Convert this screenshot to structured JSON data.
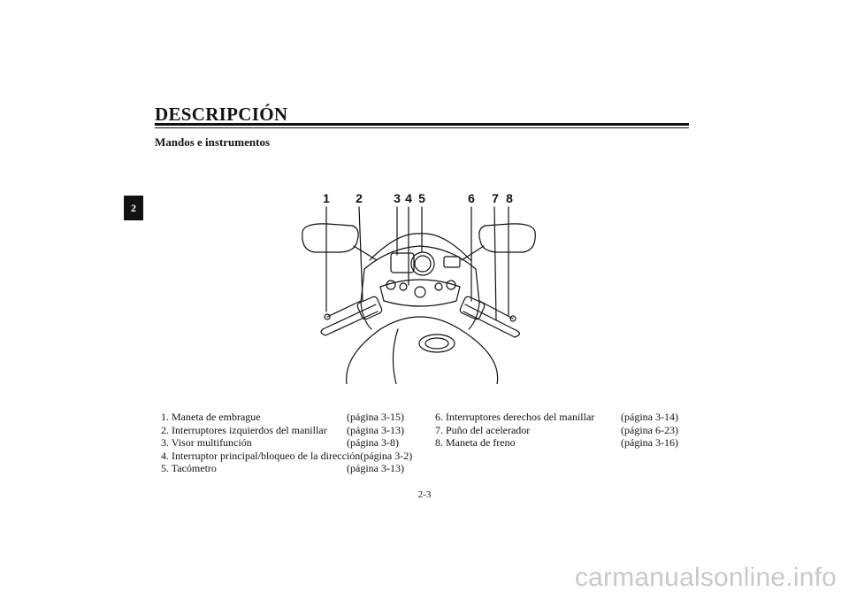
{
  "header": {
    "title": "DESCRIPCIÓN",
    "subtitle": "Mandos e instrumentos"
  },
  "chapter_tab": "2",
  "figure": {
    "callouts": [
      "1",
      "2",
      "3",
      "4",
      "5",
      "6",
      "7",
      "8"
    ]
  },
  "legend": {
    "left": [
      {
        "label": "1. Maneta de embrague",
        "ref": "(página 3-15)"
      },
      {
        "label": "2. Interruptores izquierdos del manillar",
        "ref": "(página 3-13)"
      },
      {
        "label": "3. Visor multifunción",
        "ref": "(página 3-8)"
      },
      {
        "label": "4. Interruptor principal/bloqueo de la dirección",
        "ref": "(página 3-2)"
      },
      {
        "label": "5. Tacómetro",
        "ref": "(página 3-13)"
      }
    ],
    "right": [
      {
        "label": "6. Interruptores derechos del manillar",
        "ref": "(página 3-14)"
      },
      {
        "label": "7. Puño del acelerador",
        "ref": "(página 6-23)"
      },
      {
        "label": "8. Maneta de freno",
        "ref": "(página 3-16)"
      }
    ]
  },
  "footer": {
    "page_number": "2-3",
    "watermark": "carmanualsonline.info"
  }
}
